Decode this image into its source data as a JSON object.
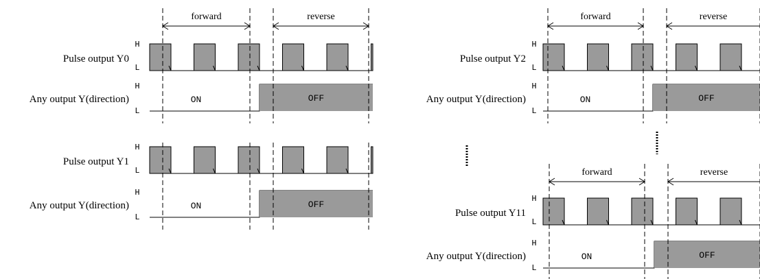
{
  "phases": {
    "forward": "forward",
    "reverse": "reverse"
  },
  "levels": {
    "high": "H",
    "low": "L"
  },
  "states": {
    "on": "ON",
    "off": "OFF"
  },
  "channels": [
    {
      "pulse_label": "Pulse output Y0",
      "direction_label": "Any output Y(direction)"
    },
    {
      "pulse_label": "Pulse output Y1",
      "direction_label": "Any output Y(direction)"
    },
    {
      "pulse_label": "Pulse output Y2",
      "direction_label": "Any output Y(direction)"
    },
    {
      "pulse_label": "Pulse output Y11",
      "direction_label": "Any output Y(direction)"
    }
  ]
}
